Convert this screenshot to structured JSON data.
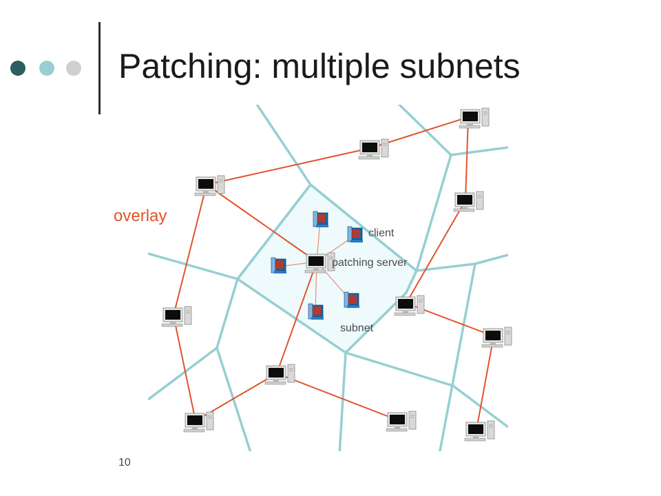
{
  "slide": {
    "title": "Patching: multiple subnets",
    "number": "10"
  },
  "labels": {
    "overlay": "overlay",
    "client": "client",
    "patching_server": "patching server",
    "subnet": "subnet"
  },
  "colors": {
    "accent_dark": "#2e5e60",
    "accent_light": "#98cfd2",
    "accent_grey": "#cfcfcf",
    "subnet_border": "#96cfd2",
    "subnet_fill": "#eefafb",
    "overlay_link": "#e0532b",
    "client_link": "#ea8a78"
  },
  "icons": {
    "overlay_node": "desktop-computer-icon",
    "client_node": "blue-computer-icon"
  }
}
